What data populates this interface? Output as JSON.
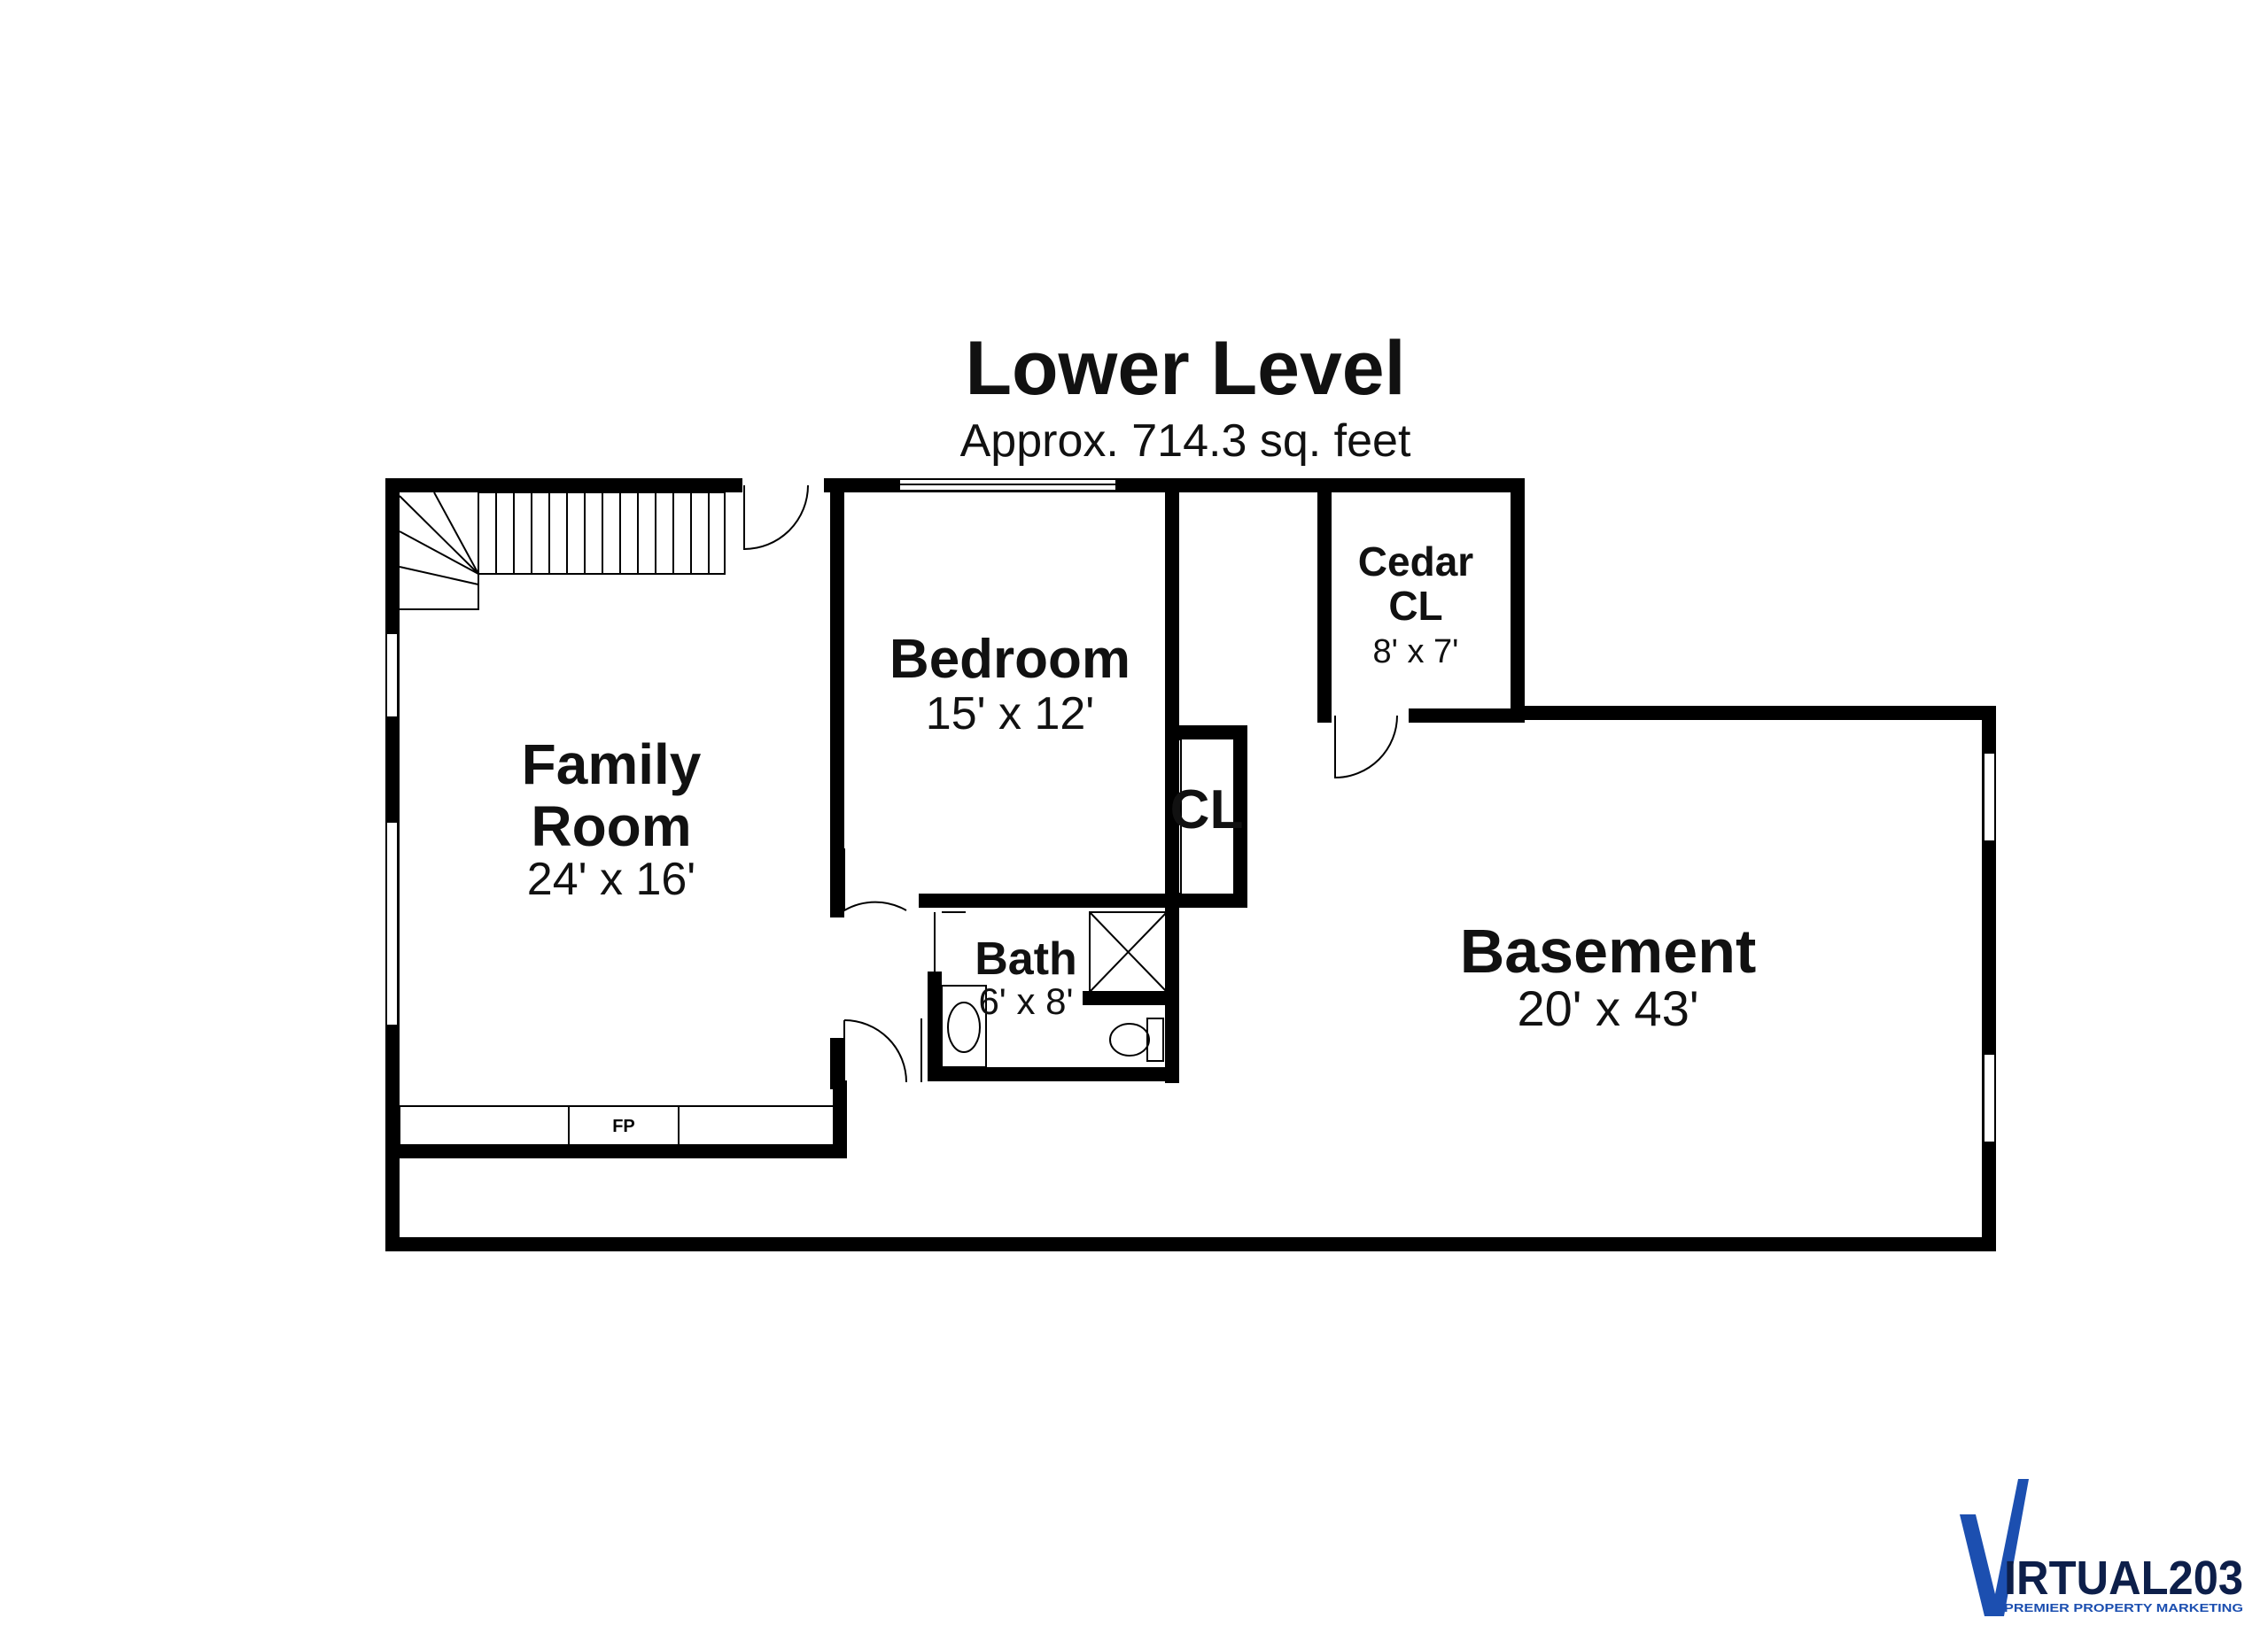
{
  "header": {
    "title": "Lower Level",
    "area": "Approx. 714.3 sq. feet"
  },
  "rooms": {
    "family_room": {
      "name_line1": "Family",
      "name_line2": "Room",
      "dims": "24' x 16'"
    },
    "bedroom": {
      "name": "Bedroom",
      "dims": "15' x 12'"
    },
    "cedar_cl": {
      "name_line1": "Cedar",
      "name_line2": "CL",
      "dims": "8' x 7'"
    },
    "closet": {
      "name": "CL"
    },
    "bath": {
      "name": "Bath",
      "dims": "6' x 8'"
    },
    "basement": {
      "name": "Basement",
      "dims": "20' x 43'"
    }
  },
  "fixtures": {
    "fireplace": "FP"
  },
  "logo": {
    "brand_v": "V",
    "brand": "IRTUAL203",
    "tagline": "PREMIER PROPERTY MARKETING"
  },
  "colors": {
    "wall": "#000000",
    "logo_primary": "#0d1f4a",
    "logo_accent": "#1c4fb0"
  }
}
